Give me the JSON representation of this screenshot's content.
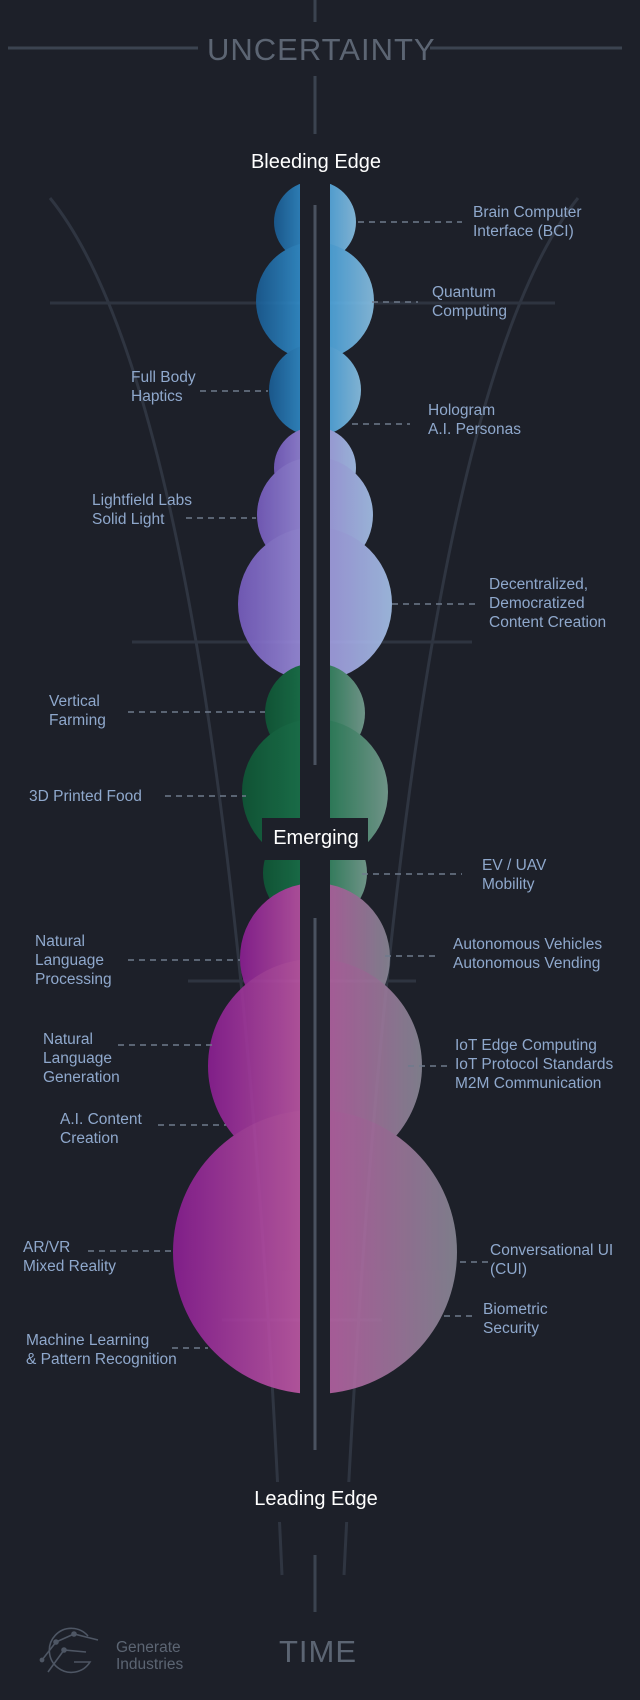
{
  "axis": {
    "top": "UNCERTAINTY",
    "bottom": "TIME"
  },
  "stages": {
    "top": "Bleeding Edge",
    "middle": "Emerging",
    "bottom": "Leading Edge"
  },
  "logo": {
    "name": "Generate\nIndustries"
  },
  "colors": {
    "background": "#1d2029",
    "bleeding_edge": "#2a8fd0",
    "purple_band": "#8a85e0",
    "green_band": "#1f8a55",
    "magenta_band": "#c02ab0",
    "label": "#8fa8cc",
    "rule": "#3b4350"
  },
  "technologies": [
    {
      "label": "Brain Computer\nInterface (BCI)",
      "side": "right",
      "group": "blue"
    },
    {
      "label": "Quantum\nComputing",
      "side": "right",
      "group": "blue"
    },
    {
      "label": "Full Body\nHaptics",
      "side": "left",
      "group": "blue"
    },
    {
      "label": "Hologram\nA.I. Personas",
      "side": "right",
      "group": "blue"
    },
    {
      "label": "Lightfield Labs\nSolid Light",
      "side": "left",
      "group": "purple"
    },
    {
      "label": "Decentralized,\nDemocratized\nContent Creation",
      "side": "right",
      "group": "purple"
    },
    {
      "label": "Vertical\nFarming",
      "side": "left",
      "group": "green"
    },
    {
      "label": "3D Printed Food",
      "side": "left",
      "group": "green"
    },
    {
      "label": "EV / UAV\nMobility",
      "side": "right",
      "group": "green"
    },
    {
      "label": "Natural\nLanguage\nProcessing",
      "side": "left",
      "group": "magenta"
    },
    {
      "label": "Autonomous Vehicles\nAutonomous Vending",
      "side": "right",
      "group": "magenta"
    },
    {
      "label": "Natural\nLanguage\nGeneration",
      "side": "left",
      "group": "magenta"
    },
    {
      "label": "IoT Edge Computing\nIoT Protocol Standards\nM2M Communication",
      "side": "right",
      "group": "magenta"
    },
    {
      "label": "A.I. Content\nCreation",
      "side": "left",
      "group": "magenta"
    },
    {
      "label": "AR/VR\nMixed Reality",
      "side": "left",
      "group": "magenta"
    },
    {
      "label": "Conversational UI\n(CUI)",
      "side": "right",
      "group": "magenta"
    },
    {
      "label": "Biometric\nSecurity",
      "side": "right",
      "group": "magenta"
    },
    {
      "label": "Machine Learning\n& Pattern Recognition",
      "side": "left",
      "group": "magenta"
    }
  ]
}
